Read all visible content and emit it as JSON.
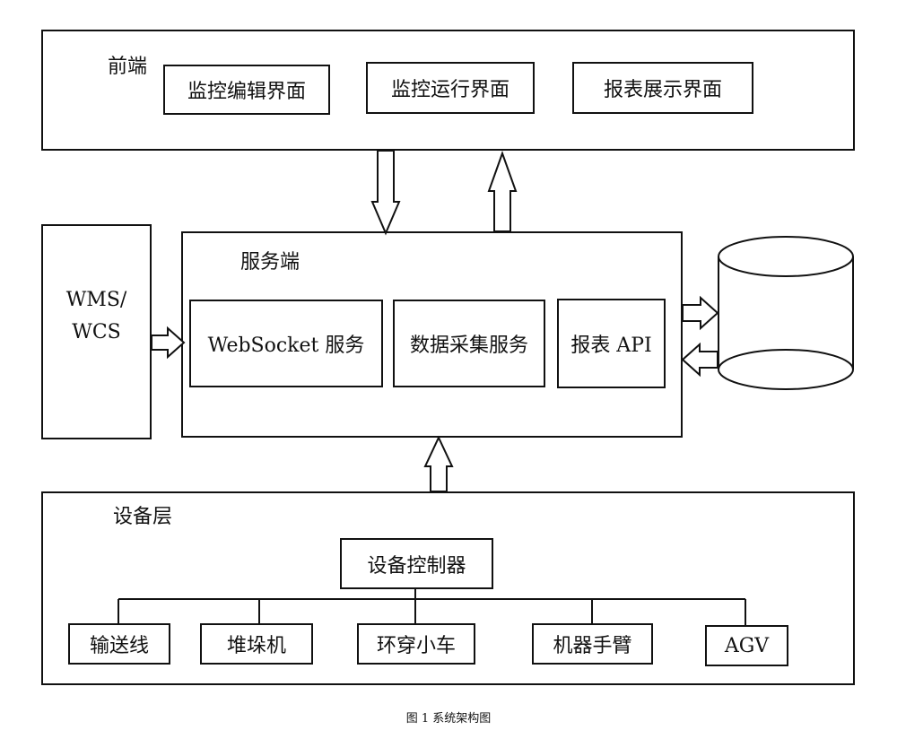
{
  "frontend": {
    "title": "前端",
    "components": [
      "监控编辑界面",
      "监控运行界面",
      "报表展示界面"
    ]
  },
  "server": {
    "title": "服务端",
    "components": [
      "WebSocket 服务",
      "数据采集服务",
      "报表 API"
    ]
  },
  "external": {
    "label_line1": "WMS/",
    "label_line2": "WCS"
  },
  "database": {
    "label": "数据库"
  },
  "device_layer": {
    "title": "设备层",
    "controller": "设备控制器",
    "devices": [
      "输送线",
      "堆垛机",
      "环穿小车",
      "机器手臂",
      "AGV"
    ]
  },
  "caption": "图 1 系统架构图"
}
